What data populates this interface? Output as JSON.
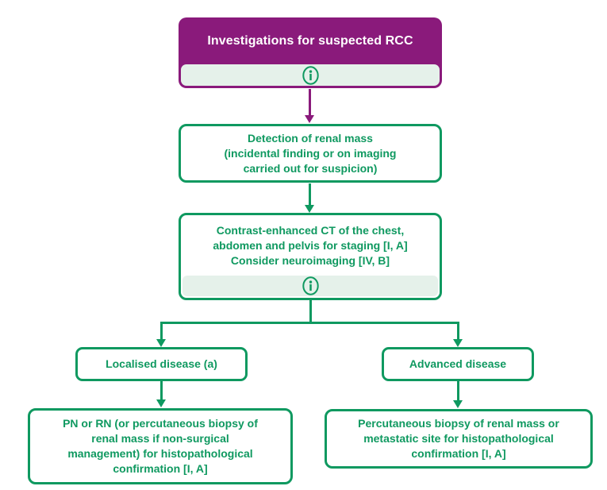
{
  "colors": {
    "purple": "#8A1A7B",
    "green": "#0F9960",
    "strip": "#E5F1EA"
  },
  "flowchart": {
    "header": {
      "title": "Investigations for suspected RCC",
      "info_icon": "info-icon"
    },
    "nodes": {
      "detection": {
        "lines": [
          "Detection of renal mass",
          "(incidental finding or on imaging",
          "carried out for suspicion)"
        ]
      },
      "ct_staging": {
        "lines": [
          "Contrast-enhanced CT of the chest,",
          "abdomen and pelvis for staging [I, A]",
          "Consider neuroimaging [IV, B]"
        ],
        "info_icon": "info-icon"
      },
      "localised": {
        "label": "Localised disease (a)"
      },
      "advanced": {
        "label": "Advanced disease"
      },
      "localised_action": {
        "lines": [
          "PN or RN (or percutaneous biopsy of",
          "renal mass if non-surgical",
          "management) for histopathological",
          "confirmation [I, A]"
        ]
      },
      "advanced_action": {
        "lines": [
          "Percutaneous biopsy of renal mass or",
          "metastatic site for histopathological",
          "confirmation [I, A]"
        ]
      }
    }
  }
}
